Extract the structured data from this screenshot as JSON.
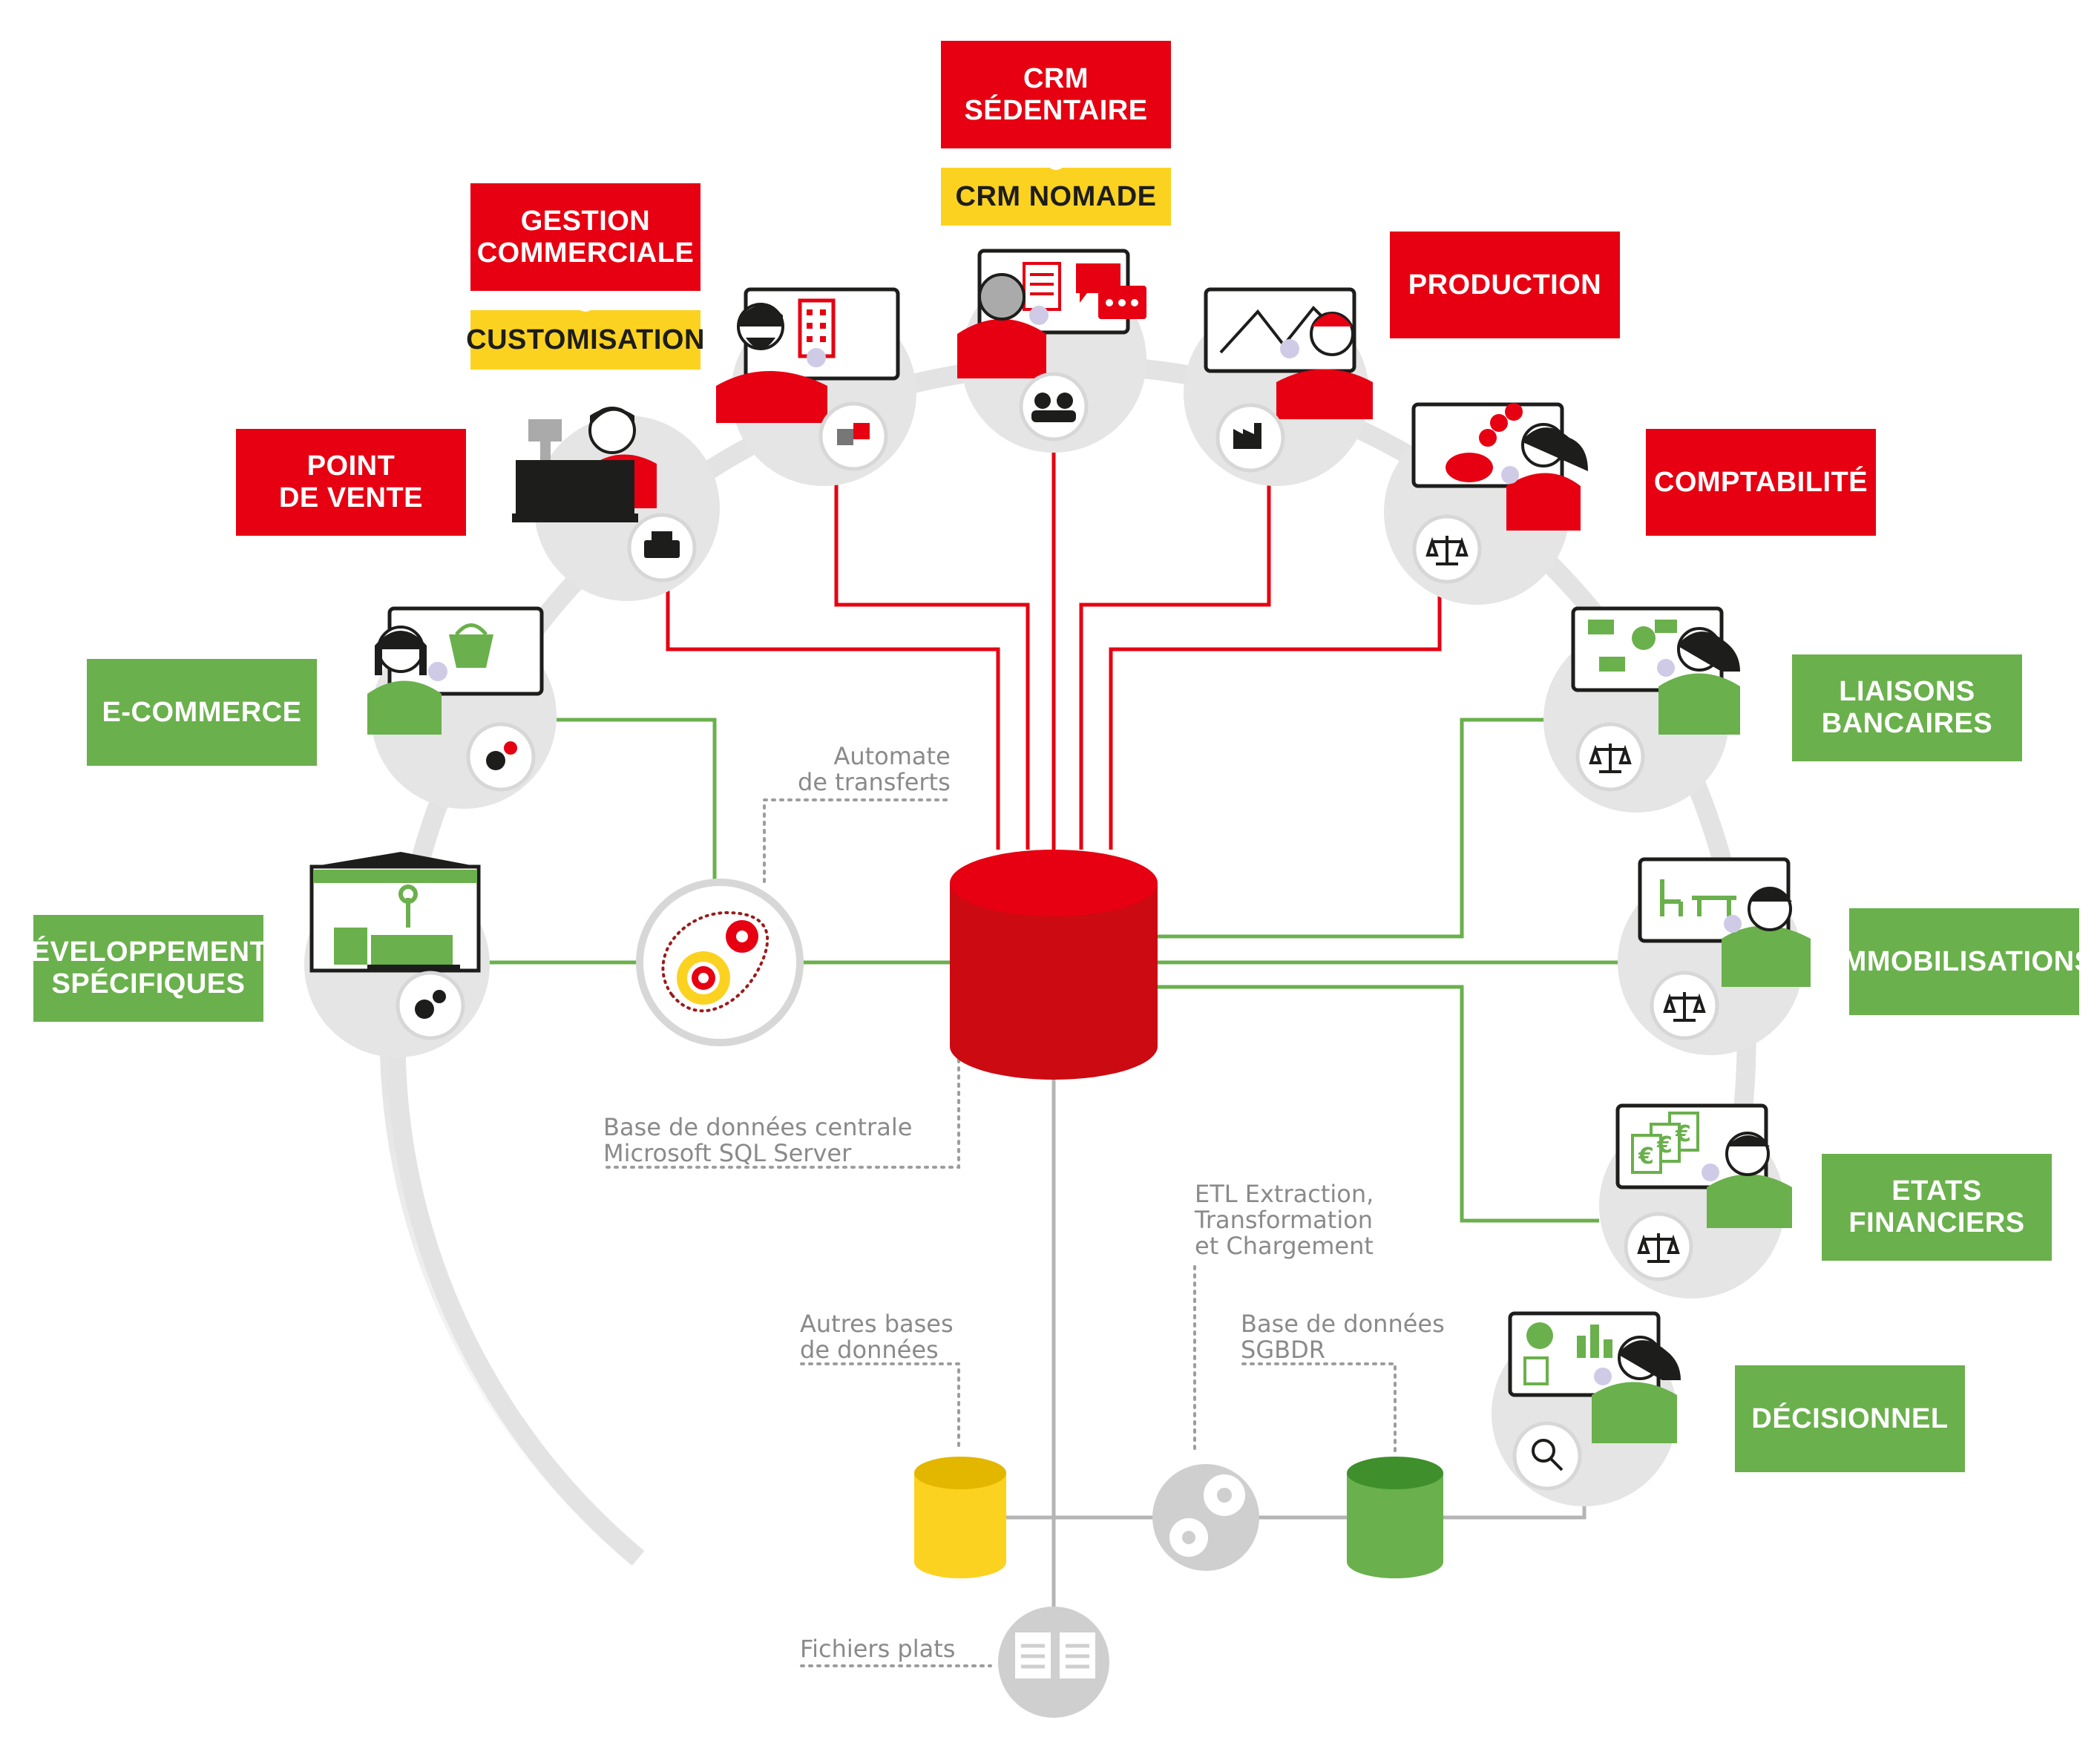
{
  "modules": {
    "crm_sedentaire": [
      "CRM",
      "SÉDENTAIRE"
    ],
    "crm_nomade": [
      "CRM NOMADE"
    ],
    "gestion_commerciale": [
      "GESTION",
      "COMMERCIALE"
    ],
    "customisation": [
      "CUSTOMISATION"
    ],
    "production": [
      "PRODUCTION"
    ],
    "point_de_vente": [
      "POINT",
      "DE VENTE"
    ],
    "comptabilite": [
      "COMPTABILITÉ"
    ],
    "e_commerce": [
      "E-COMMERCE"
    ],
    "liaisons_bancaires": [
      "LIAISONS",
      "BANCAIRES"
    ],
    "developpements_specifiques": [
      "DÉVELOPPEMENTS",
      "SPÉCIFIQUES"
    ],
    "immobilisations": [
      "IMMOBILISATIONS"
    ],
    "etats_financiers": [
      "ETATS",
      "FINANCIERS"
    ],
    "decisionnel": [
      "DÉCISIONNEL"
    ]
  },
  "captions": {
    "automate": [
      "Automate",
      "de transferts"
    ],
    "base_centrale": [
      "Base de données centrale",
      "Microsoft SQL Server"
    ],
    "etl": [
      "ETL Extraction,",
      "Transformation",
      "et Chargement"
    ],
    "autres_bases": [
      "Autres bases",
      "de données"
    ],
    "sgbdr": [
      "Base de données",
      "SGBDR"
    ],
    "fichiers_plats": [
      "Fichiers plats"
    ]
  },
  "colors": {
    "red": "#e60012",
    "green": "#6ab04c",
    "yellow": "#fcd221",
    "gray": "#e5e5e5",
    "dark": "#1d1d1b"
  }
}
